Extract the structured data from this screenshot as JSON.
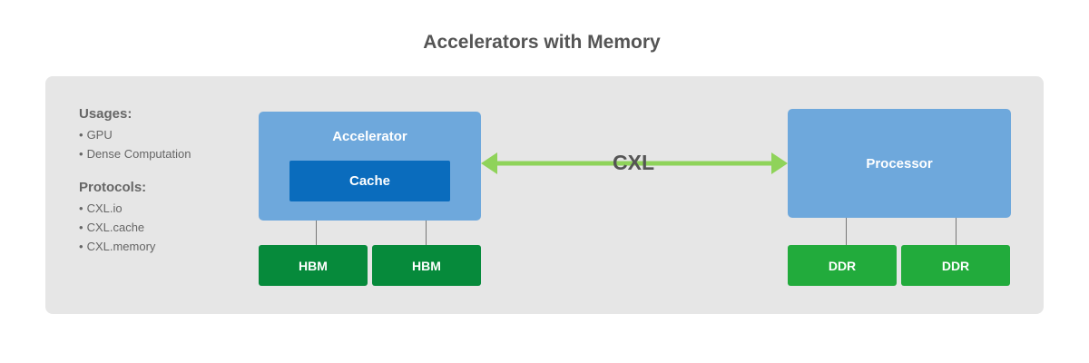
{
  "title": "Accelerators with Memory",
  "sidebar": {
    "usages_heading": "Usages:",
    "usages": [
      "GPU",
      "Dense Computation"
    ],
    "protocols_heading": "Protocols:",
    "protocols": [
      "CXL.io",
      "CXL.cache",
      "CXL.memory"
    ]
  },
  "accelerator": {
    "label": "Accelerator",
    "cache_label": "Cache",
    "memories": [
      "HBM",
      "HBM"
    ]
  },
  "processor": {
    "label": "Processor",
    "memories": [
      "DDR",
      "DDR"
    ]
  },
  "link": {
    "label": "CXL"
  },
  "colors": {
    "panel": "#e6e6e6",
    "compute_block": "#6ea8dc",
    "cache_block": "#0a6cbd",
    "hbm": "#068a3b",
    "ddr": "#22ab3c",
    "arrow": "#8fd35a"
  }
}
